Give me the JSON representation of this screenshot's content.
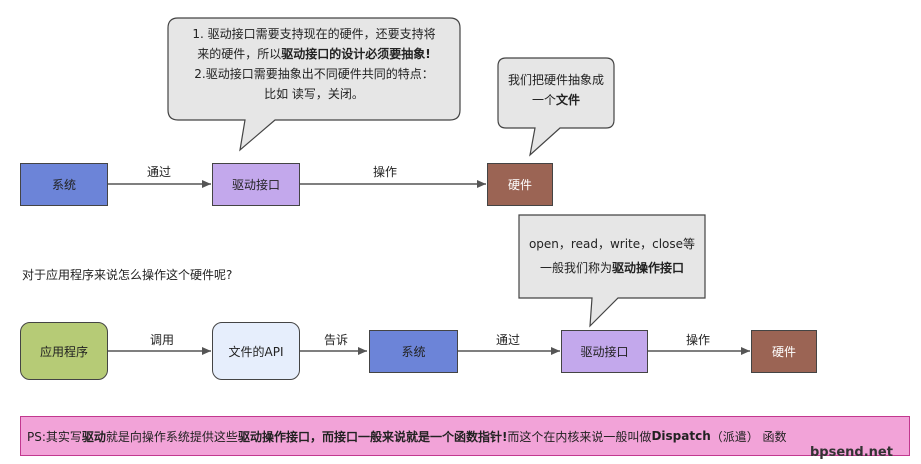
{
  "callout_top": {
    "line1": "1. 驱动接口需要支持现在的硬件，还要支持将",
    "line2_pre": "来的硬件，所以",
    "line2_bold": "驱动接口的设计必须要抽象!",
    "line3": "2.驱动接口需要抽象出不同硬件共同的特点：",
    "line4": "比如 读写，关闭。"
  },
  "callout_file": {
    "line1": "我们把硬件抽象成",
    "line2_pre": "一个",
    "line2_bold": "文件"
  },
  "callout_ops": {
    "line1": "open，read，write，close等",
    "line2_pre": "一般我们称为",
    "line2_bold": "驱动操作接口"
  },
  "row1": {
    "system": "系统",
    "via": "通过",
    "driver_if": "驱动接口",
    "operate": "操作",
    "hardware": "硬件"
  },
  "question": "对于应用程序来说怎么操作这个硬件呢?",
  "row2": {
    "app": "应用程序",
    "call": "调用",
    "file_api": "文件的API",
    "tell": "告诉",
    "system": "系统",
    "via": "通过",
    "driver_if": "驱动接口",
    "operate": "操作",
    "hardware": "硬件"
  },
  "ps": {
    "p1": "PS:其实写",
    "b1": "驱动",
    "p2": "就是向操作系统提供这些",
    "b2": "驱动操作接口，而接口一般来说就是一个函数指针!",
    "p3": "而这个在内核来说一般叫做",
    "b3": "Dispatch",
    "p4": "（派遣） 函数"
  },
  "watermark": "bpsend.net",
  "colors": {
    "purple": "#c3a8ec",
    "blue": "#6c84d8",
    "brown": "#9b6454",
    "green": "#b6cb76",
    "pink": "#f2a3d8"
  }
}
